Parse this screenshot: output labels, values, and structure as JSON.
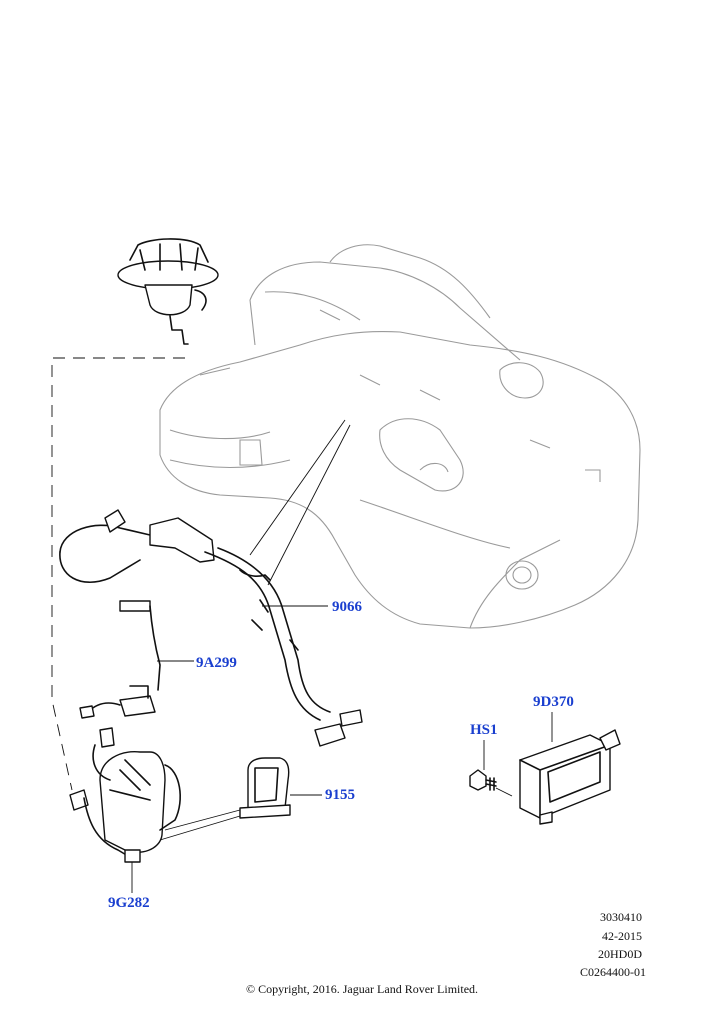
{
  "callouts": {
    "c9066": "9066",
    "c9a299": "9A299",
    "c9155": "9155",
    "c9g282": "9G282",
    "cHS1": "HS1",
    "c9d370": "9D370"
  },
  "reference": {
    "line1": "3030410",
    "line2": "42-2015",
    "line3": "20HD0D",
    "line4": "C0264400-01"
  },
  "copyright": "© Copyright, 2016. Jaguar Land Rover Limited.",
  "colors": {
    "callout_text": "#1a3fcf",
    "line_art": "#111111",
    "ghost_tank": "#9a9a9a"
  }
}
